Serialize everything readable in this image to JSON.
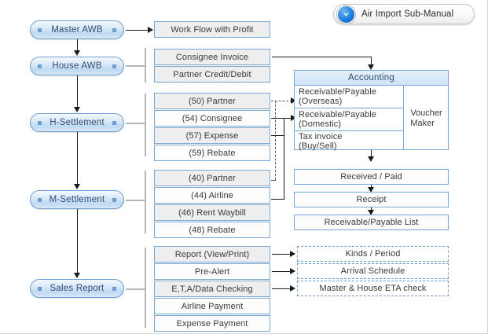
{
  "badge": {
    "label": "Air Import Sub-Manual",
    "icon": "chevron-down-circle-icon",
    "icon_color": "#1b7fe0"
  },
  "colors": {
    "pill_border": "#6f9fd0",
    "pill_text": "#2d4d74",
    "box_border": "#7ba7d3",
    "box_fill": "#eeeeee",
    "box_text": "#3a3a3a",
    "connector": "#1a1a1a",
    "group_bar": "#b6b6b6",
    "accent": "#2d4d74"
  },
  "spine": {
    "nodes": [
      {
        "label": "Master AWB"
      },
      {
        "label": "House AWB"
      },
      {
        "label": "H-Settlement"
      },
      {
        "label": "M-Settlement"
      },
      {
        "label": "Sales Report"
      }
    ]
  },
  "groups": {
    "master_awb": [
      {
        "label": "Work Flow with Profit"
      }
    ],
    "house_awb": [
      {
        "label": "Consignee Invoice"
      },
      {
        "label": "Partner Credit/Debit"
      }
    ],
    "h_settlement": [
      {
        "label": "(50) Partner"
      },
      {
        "label": "(54) Consignee"
      },
      {
        "label": "(57) Expense"
      },
      {
        "label": "(59) Rebate"
      }
    ],
    "m_settlement": [
      {
        "label": "(40) Partner"
      },
      {
        "label": "(44) Airline"
      },
      {
        "label": "(46) Rent Waybill"
      },
      {
        "label": "(48) Rebate"
      }
    ],
    "sales_report": [
      {
        "label": "Report (View/Print)"
      },
      {
        "label": "Pre-Alert"
      },
      {
        "label": "E,T,A/Data Checking"
      },
      {
        "label": "Airline Payment"
      },
      {
        "label": "Expense Payment"
      }
    ]
  },
  "accounting": {
    "title": "Accounting",
    "rows": [
      {
        "line1": "Receivable/Payable",
        "line2": "(Overseas)"
      },
      {
        "line1": "Receivable/Payable",
        "line2": "(Domestic)"
      },
      {
        "line1": "Tax invoice",
        "line2": "(Buy/Sell)"
      }
    ],
    "side": {
      "line1": "Voucher",
      "line2": "Maker"
    }
  },
  "downstream": [
    {
      "label": "Received / Paid"
    },
    {
      "label": "Receipt"
    },
    {
      "label": "Receivable/Payable List"
    }
  ],
  "reports": [
    {
      "label": "Kinds / Period"
    },
    {
      "label": "Arrival Schedule"
    },
    {
      "label": "Master &  House ETA check"
    }
  ]
}
